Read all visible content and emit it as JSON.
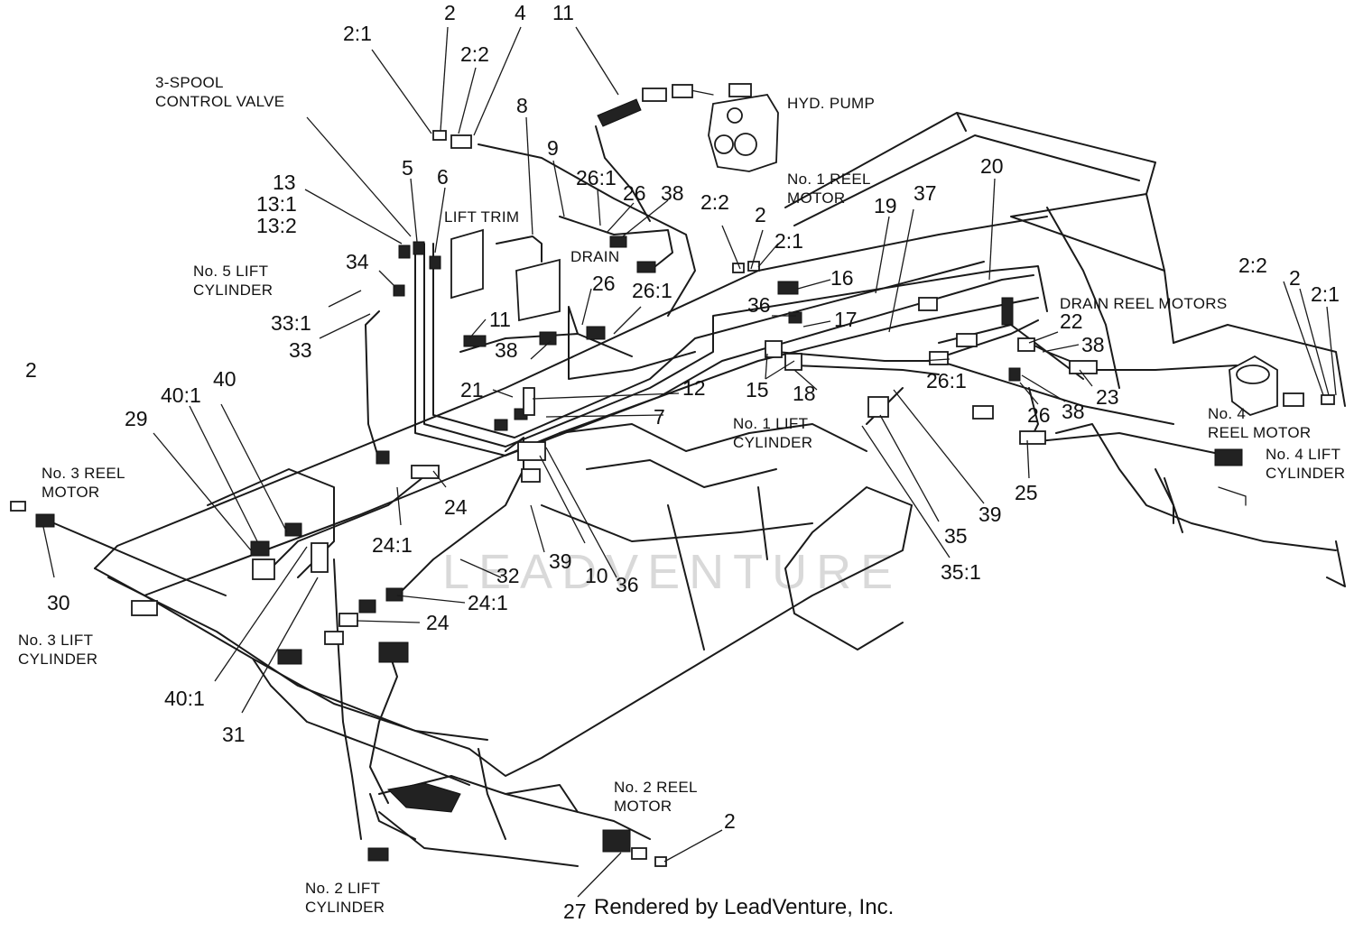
{
  "title_caption": "Rendered by LeadVenture, Inc.",
  "watermark": "LEADVENTURE",
  "callouts": [
    "2",
    "2:1",
    "2:2",
    "4",
    "11",
    "8",
    "9",
    "26:1",
    "26",
    "38",
    "5",
    "6",
    "13",
    "13:1",
    "13:2",
    "34",
    "33:1",
    "33",
    "11",
    "38",
    "26",
    "26:1",
    "2:2",
    "2",
    "2:1",
    "16",
    "36",
    "17",
    "19",
    "37",
    "20",
    "22",
    "38",
    "23",
    "21",
    "12",
    "7",
    "15",
    "18",
    "26:1",
    "26",
    "38",
    "25",
    "39",
    "35",
    "35:1",
    "40:1",
    "40",
    "29",
    "2",
    "24",
    "24:1",
    "30",
    "32",
    "39",
    "10",
    "36",
    "24:1",
    "24",
    "40:1",
    "31",
    "2",
    "27",
    "2:2",
    "2",
    "2:1"
  ],
  "labels": {
    "spool_valve_1": "3-SPOOL",
    "spool_valve_2": "CONTROL VALVE",
    "hyd_pump": "HYD. PUMP",
    "lift_trim": "LIFT TRIM",
    "drain": "DRAIN",
    "reel1_1": "No. 1 REEL",
    "reel1_2": "MOTOR",
    "lift5_1": "No. 5 LIFT",
    "lift5_2": "CYLINDER",
    "drain_reel": "DRAIN REEL MOTORS",
    "lift1_1": "No. 1 LIFT",
    "lift1_2": "CYLINDER",
    "reel4_1": "No. 4",
    "reel4_2": "REEL MOTOR",
    "lift4_1": "No. 4 LIFT",
    "lift4_2": "CYLINDER",
    "reel3_1": "No. 3 REEL",
    "reel3_2": "MOTOR",
    "lift3_1": "No. 3 LIFT",
    "lift3_2": "CYLINDER",
    "reel2_1": "No. 2 REEL",
    "reel2_2": "MOTOR",
    "lift2_1": "No. 2 LIFT",
    "lift2_2": "CYLINDER"
  },
  "icons": [
    "hydraulic-pump-icon",
    "control-valve-icon",
    "reel-motor-icon",
    "hose-fitting-icon"
  ]
}
